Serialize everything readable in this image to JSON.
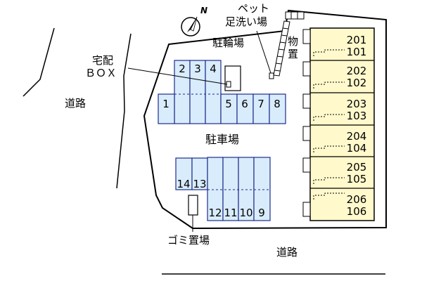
{
  "labels": {
    "pet_wash": [
      "ペット",
      "足洗い場"
    ],
    "bicycle_parking": "駐輪場",
    "delivery_box": [
      "宅配",
      "ＢＯＸ"
    ],
    "road_west": "道路",
    "road_south": "道路",
    "storage": [
      "物",
      "置"
    ],
    "parking_lot": "駐車場",
    "garbage": "ゴミ置場"
  },
  "compass": {
    "north": "N"
  },
  "parking_spaces_top": [
    "2",
    "3",
    "4",
    "1",
    "5",
    "6",
    "7",
    "8"
  ],
  "parking_spaces_bottom": [
    "14",
    "13",
    "12",
    "11",
    "10",
    "9"
  ],
  "rooms": [
    {
      "upper": "201",
      "lower": "101"
    },
    {
      "upper": "202",
      "lower": "102"
    },
    {
      "upper": "203",
      "lower": "103"
    },
    {
      "upper": "204",
      "lower": "104"
    },
    {
      "upper": "205",
      "lower": "105"
    },
    {
      "upper": "206",
      "lower": "106"
    }
  ],
  "colors": {
    "parking": "#d9ecfb",
    "parking_stroke": "#1e2d8c",
    "building": "#fff9cc",
    "site": "#ffffff",
    "line": "#000000"
  }
}
